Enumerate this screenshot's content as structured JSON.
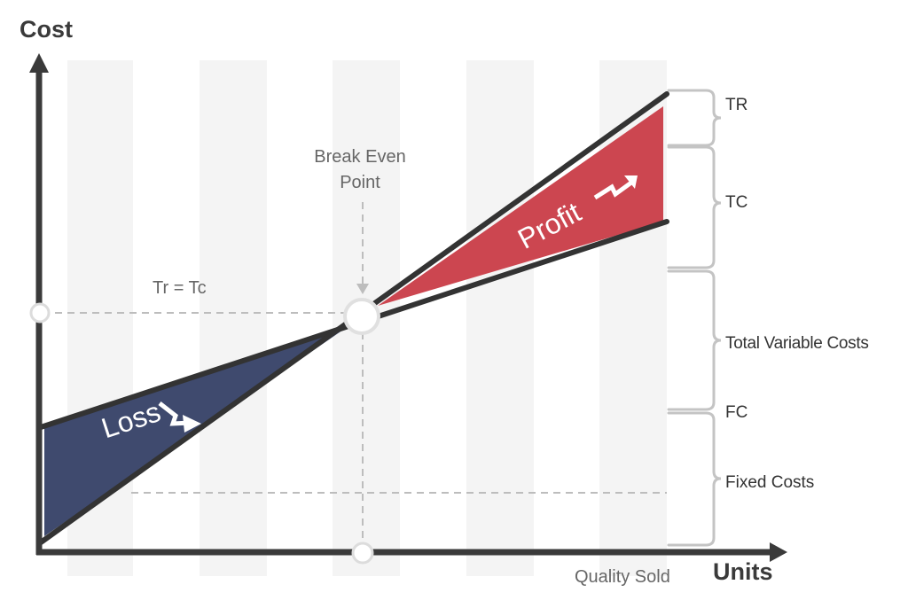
{
  "axes": {
    "y_title": "Cost",
    "x_title": "Units",
    "x_subtitle": "Quality Sold"
  },
  "annotations": {
    "break_even": "Break Even\nPoint",
    "tr_eq_tc": "Tr = Tc",
    "loss": "Loss",
    "profit": "Profit"
  },
  "brace_labels": {
    "tr": "TR",
    "tc": "TC",
    "total_variable_costs": "Total Variable Costs",
    "fc": "FC",
    "fixed_costs": "Fixed Costs"
  },
  "colors": {
    "loss": "#3f4a6e",
    "profit": "#cc4650",
    "axis": "#3a3a3a",
    "line": "#333333",
    "stripe": "#f4f4f4",
    "dashed": "#bdbdbd",
    "brace": "#c4c4c4"
  }
}
